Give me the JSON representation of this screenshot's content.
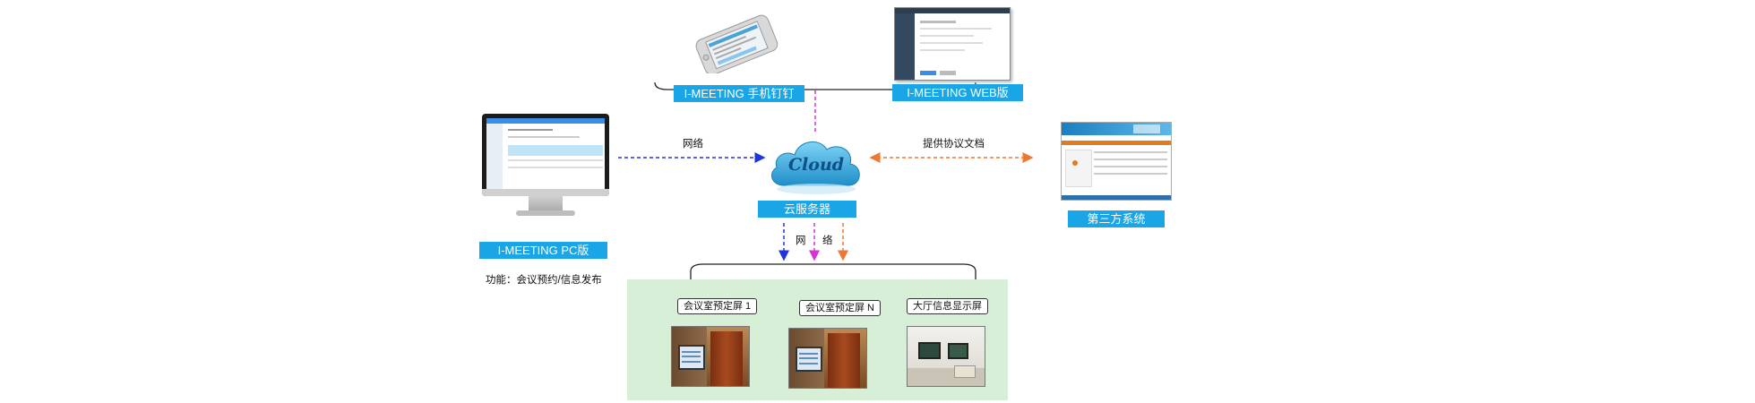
{
  "nodes": {
    "mobile_label": "I-MEETING 手机钉钉",
    "web_label": "I-MEETING WEB版",
    "pc_label": "I-MEETING PC版",
    "pc_function": "功能：会议预约/信息发布",
    "cloud_text": "Cloud",
    "cloud_label": "云服务器",
    "third_party_label": "第三方系统"
  },
  "edges": {
    "pc_to_cloud": "网络",
    "thirdparty_to_cloud": "提供协议文档",
    "cloud_down_left": "网",
    "cloud_down_right": "络"
  },
  "screens": [
    {
      "label": "会议室预定屏 1"
    },
    {
      "label": "会议室预定屏 N"
    },
    {
      "label": "大厅信息显示屏"
    }
  ],
  "colors": {
    "label_blue": "#1aa6e6",
    "arrow_blue": "#2233dd",
    "arrow_magenta": "#d633d6",
    "arrow_orange": "#ee7733",
    "panel_green": "#d6efd6"
  }
}
